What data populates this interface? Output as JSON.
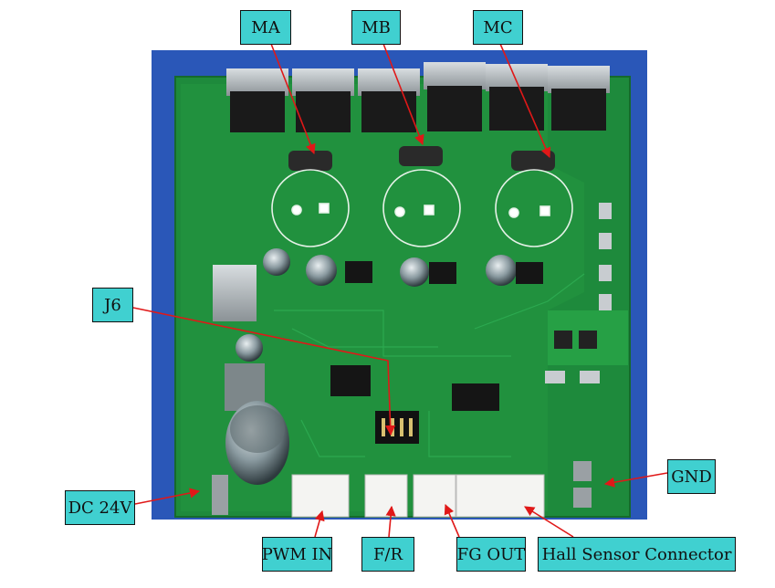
{
  "labels": {
    "ma": "MA",
    "mb": "MB",
    "mc": "MC",
    "j6": "J6",
    "dc24v": "DC 24V",
    "gnd": "GND",
    "pwm_in": "PWM IN",
    "fr": "F/R",
    "fg_out": "FG OUT",
    "hall": "Hall Sensor Connector"
  },
  "colors": {
    "backdrop_blue": "#2a57b8",
    "pcb_green": "#1e8a3c",
    "callout_fill": "#40d0d0",
    "pointer_red": "#e01818"
  }
}
